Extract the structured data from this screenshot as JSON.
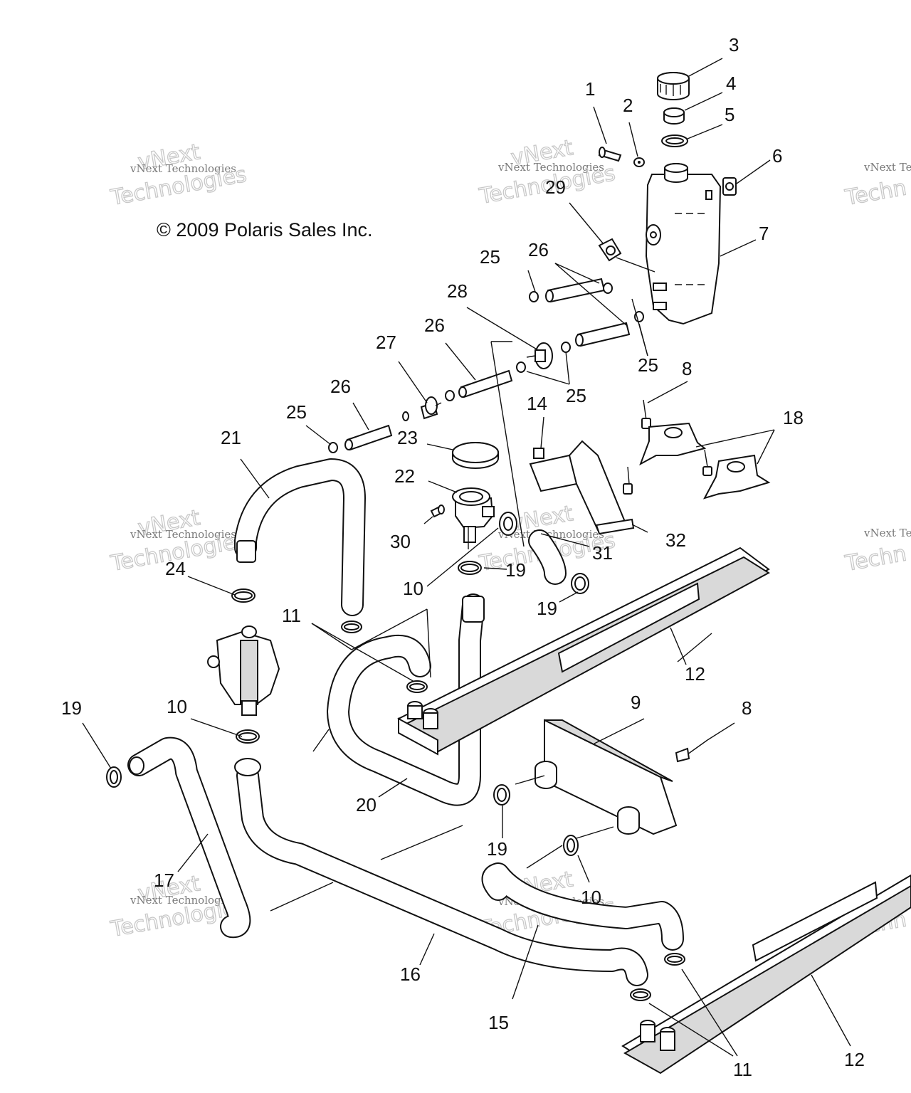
{
  "copyright": "© 2009 Polaris Sales Inc.",
  "watermark": {
    "small": "vNext Technologies",
    "large_top": "vNext",
    "large_bottom": "Technologies",
    "small_cut": "vNext Te",
    "large_cut": "Techn"
  },
  "callouts": {
    "c1": "1",
    "c2": "2",
    "c3": "3",
    "c4": "4",
    "c5": "5",
    "c6": "6",
    "c7": "7",
    "c8a": "8",
    "c8b": "8",
    "c9": "9",
    "c10a": "10",
    "c10b": "10",
    "c10c": "10",
    "c11a": "11",
    "c11b": "11",
    "c12a": "12",
    "c12b": "12",
    "c14": "14",
    "c15": "15",
    "c16": "16",
    "c17": "17",
    "c18": "18",
    "c19a": "19",
    "c19b": "19",
    "c19c": "19",
    "c19d": "19",
    "c20": "20",
    "c21": "21",
    "c22": "22",
    "c23": "23",
    "c24": "24",
    "c25a": "25",
    "c25b": "25",
    "c25c": "25",
    "c25d": "25",
    "c26a": "26",
    "c26b": "26",
    "c26c": "26",
    "c27": "27",
    "c28": "28",
    "c29": "29",
    "c30": "30",
    "c31": "31",
    "c32": "32"
  }
}
